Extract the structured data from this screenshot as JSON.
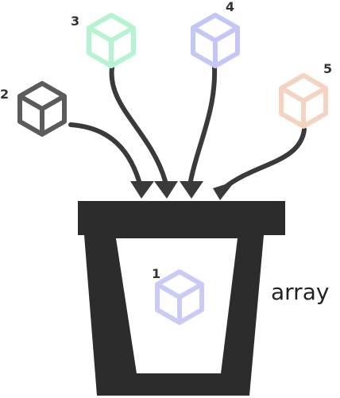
{
  "diagram": {
    "array_label": "array",
    "cubes": [
      {
        "number": "1",
        "color": "#c9cbf6"
      },
      {
        "number": "2",
        "color": "#5b5b5b"
      },
      {
        "number": "3",
        "color": "#b6f3d1"
      },
      {
        "number": "4",
        "color": "#c4c6f5"
      },
      {
        "number": "5",
        "color": "#f5d3c1"
      }
    ],
    "arrow_color": "#3a3a3a",
    "bucket_color": "#2c2c2c"
  }
}
